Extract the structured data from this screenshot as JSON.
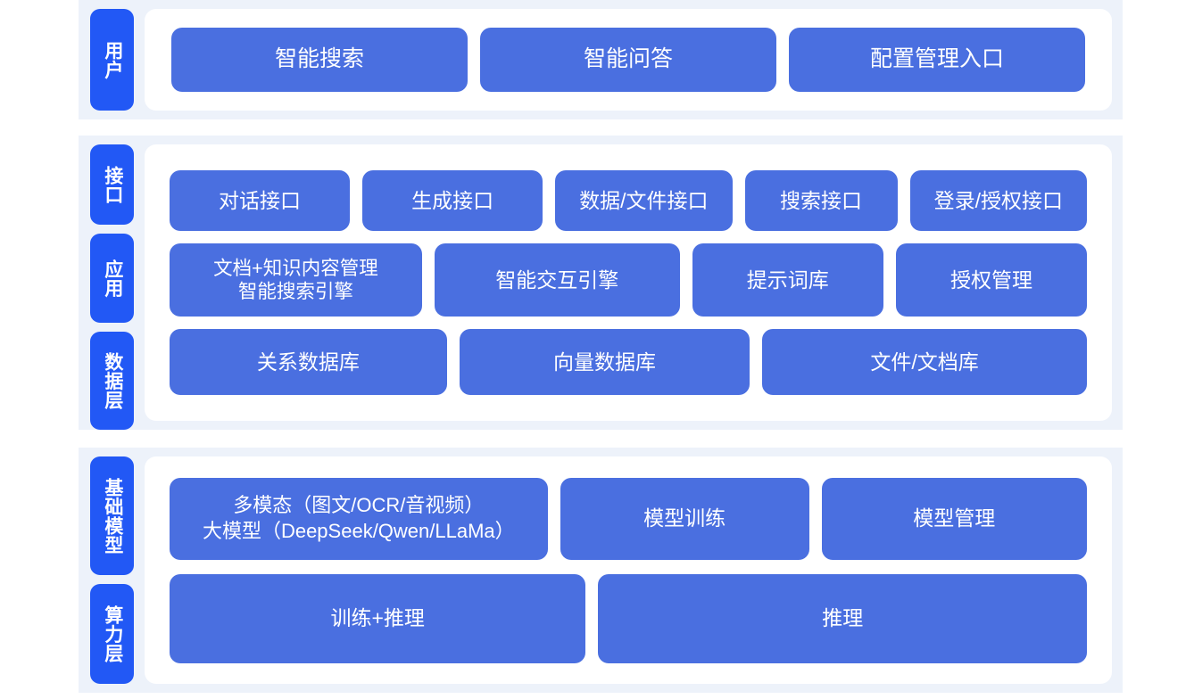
{
  "colors": {
    "band_background": "#edf2fa",
    "panel_background": "#ffffff",
    "chip_blue": "#2258f5",
    "box_blue": "#4a6fe0",
    "box_text": "#ffffff",
    "page_background": "#ffffff"
  },
  "sections": [
    {
      "id": "user",
      "labels": [
        {
          "id": "user",
          "text": "用户"
        }
      ],
      "rows": [
        {
          "id": "user-entries",
          "boxes": [
            {
              "id": "smart-search",
              "text": "智能搜索",
              "flex": 1
            },
            {
              "id": "smart-qa",
              "text": "智能问答",
              "flex": 1
            },
            {
              "id": "config-management-entry",
              "text": "配置管理入口",
              "flex": 1
            }
          ]
        }
      ]
    },
    {
      "id": "middle",
      "labels": [
        {
          "id": "interface",
          "text": "接口"
        },
        {
          "id": "application",
          "text": "应用"
        },
        {
          "id": "data-layer",
          "text": "数据层"
        }
      ],
      "rows": [
        {
          "id": "interface-row",
          "boxes": [
            {
              "id": "dialog-interface",
              "text": "对话接口",
              "flex": 1.02
            },
            {
              "id": "generation-interface",
              "text": "生成接口",
              "flex": 1.02
            },
            {
              "id": "data-file-interface",
              "text": "数据/文件接口",
              "flex": 1.0
            },
            {
              "id": "search-interface",
              "text": "搜索接口",
              "flex": 0.85
            },
            {
              "id": "login-auth-interface",
              "text": "登录/授权接口",
              "flex": 1.0
            }
          ]
        },
        {
          "id": "application-row",
          "boxes": [
            {
              "id": "doc-knowledge-management",
              "text": "文档+知识内容管理\n智能搜索引擎",
              "flex": 1.32,
              "two_line": true
            },
            {
              "id": "smart-interaction-engine",
              "text": "智能交互引擎",
              "flex": 1.28
            },
            {
              "id": "prompt-library",
              "text": "提示词库",
              "flex": 0.98
            },
            {
              "id": "authorization-management",
              "text": "授权管理",
              "flex": 0.98
            }
          ]
        },
        {
          "id": "data-row",
          "boxes": [
            {
              "id": "relational-database",
              "text": "关系数据库",
              "flex": 1.0
            },
            {
              "id": "vector-database",
              "text": "向量数据库",
              "flex": 1.05
            },
            {
              "id": "file-document-store",
              "text": "文件/文档库",
              "flex": 1.18
            }
          ]
        }
      ]
    },
    {
      "id": "base",
      "labels": [
        {
          "id": "foundation-model",
          "text": "基础模型"
        },
        {
          "id": "compute-layer",
          "text": "算力层"
        }
      ],
      "rows": [
        {
          "id": "model-row",
          "boxes": [
            {
              "id": "multimodal-large-model",
              "text": "多模态（图文/OCR/音视频）\n大模型（DeepSeek/Qwen/LLaMa）",
              "flex": 1.55,
              "multi": true
            },
            {
              "id": "model-training",
              "text": "模型训练",
              "flex": 1.0
            },
            {
              "id": "model-management",
              "text": "模型管理",
              "flex": 1.07
            }
          ]
        },
        {
          "id": "compute-row",
          "boxes": [
            {
              "id": "training-inference",
              "text": "训练+推理",
              "flex": 1.0
            },
            {
              "id": "inference",
              "text": "推理",
              "flex": 1.18
            }
          ]
        }
      ]
    }
  ]
}
